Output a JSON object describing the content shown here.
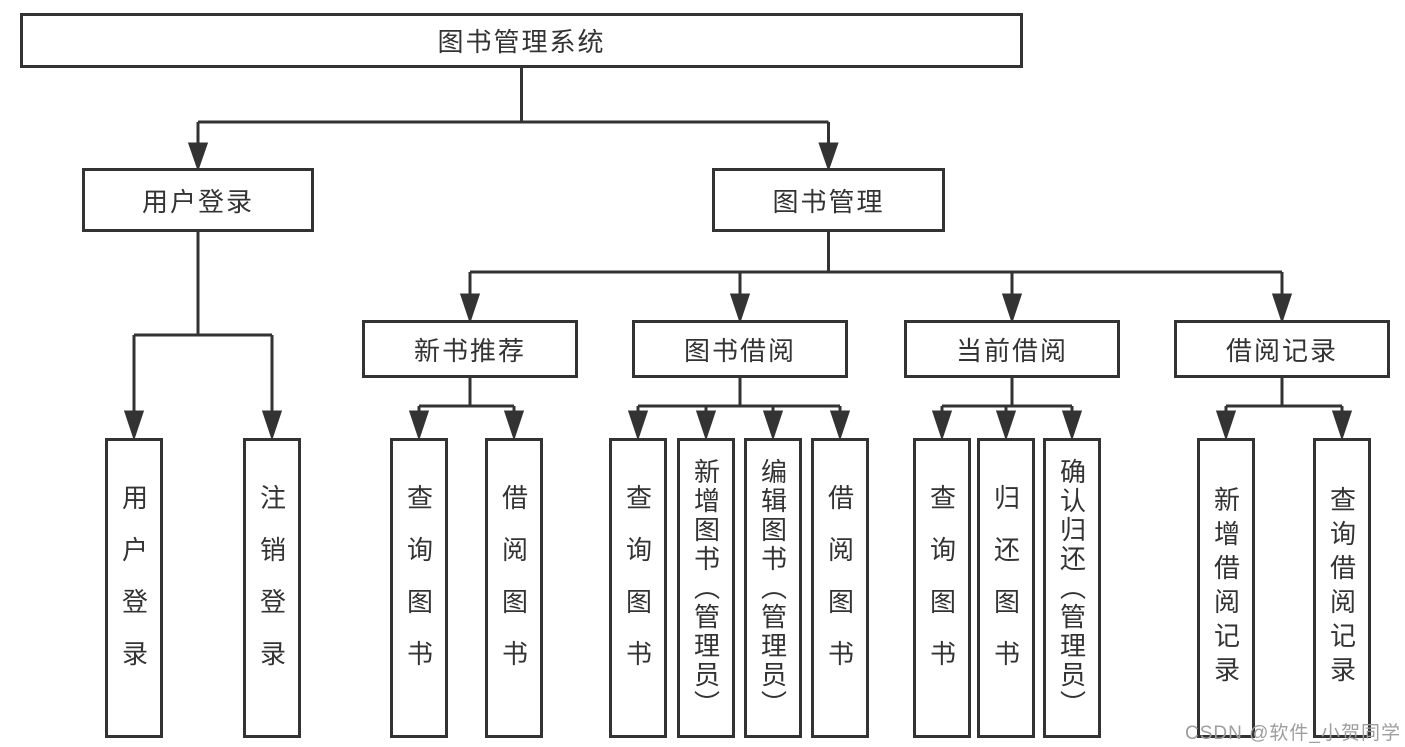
{
  "diagram": {
    "root": {
      "label": "图书管理系统"
    },
    "level2": [
      {
        "label": "用户登录"
      },
      {
        "label": "图书管理"
      }
    ],
    "level3": [
      {
        "label": "新书推荐"
      },
      {
        "label": "图书借阅"
      },
      {
        "label": "当前借阅"
      },
      {
        "label": "借阅记录"
      }
    ],
    "leaves": {
      "user_login": [
        {
          "label": "用户登录"
        },
        {
          "label": "注销登录"
        }
      ],
      "new_book_rec": [
        {
          "label": "查询图书"
        },
        {
          "label": "借阅图书"
        }
      ],
      "book_borrow": [
        {
          "label": "查询图书"
        },
        {
          "label": "新增图书（管理员）"
        },
        {
          "label": "编辑图书（管理员）"
        },
        {
          "label": "借阅图书"
        }
      ],
      "current_borrow": [
        {
          "label": "查询图书"
        },
        {
          "label": "归还图书"
        },
        {
          "label": "确认归还（管理员）"
        }
      ],
      "borrow_record": [
        {
          "label": "新增借阅记录"
        },
        {
          "label": "查询借阅记录"
        }
      ]
    }
  },
  "watermark": {
    "text": "CSDN @软件_小贺同学"
  },
  "colors": {
    "line": "#333333",
    "box_border": "#333333",
    "box_fill": "#ffffff",
    "text": "#333333",
    "watermark_text": "#9e9e9e"
  }
}
